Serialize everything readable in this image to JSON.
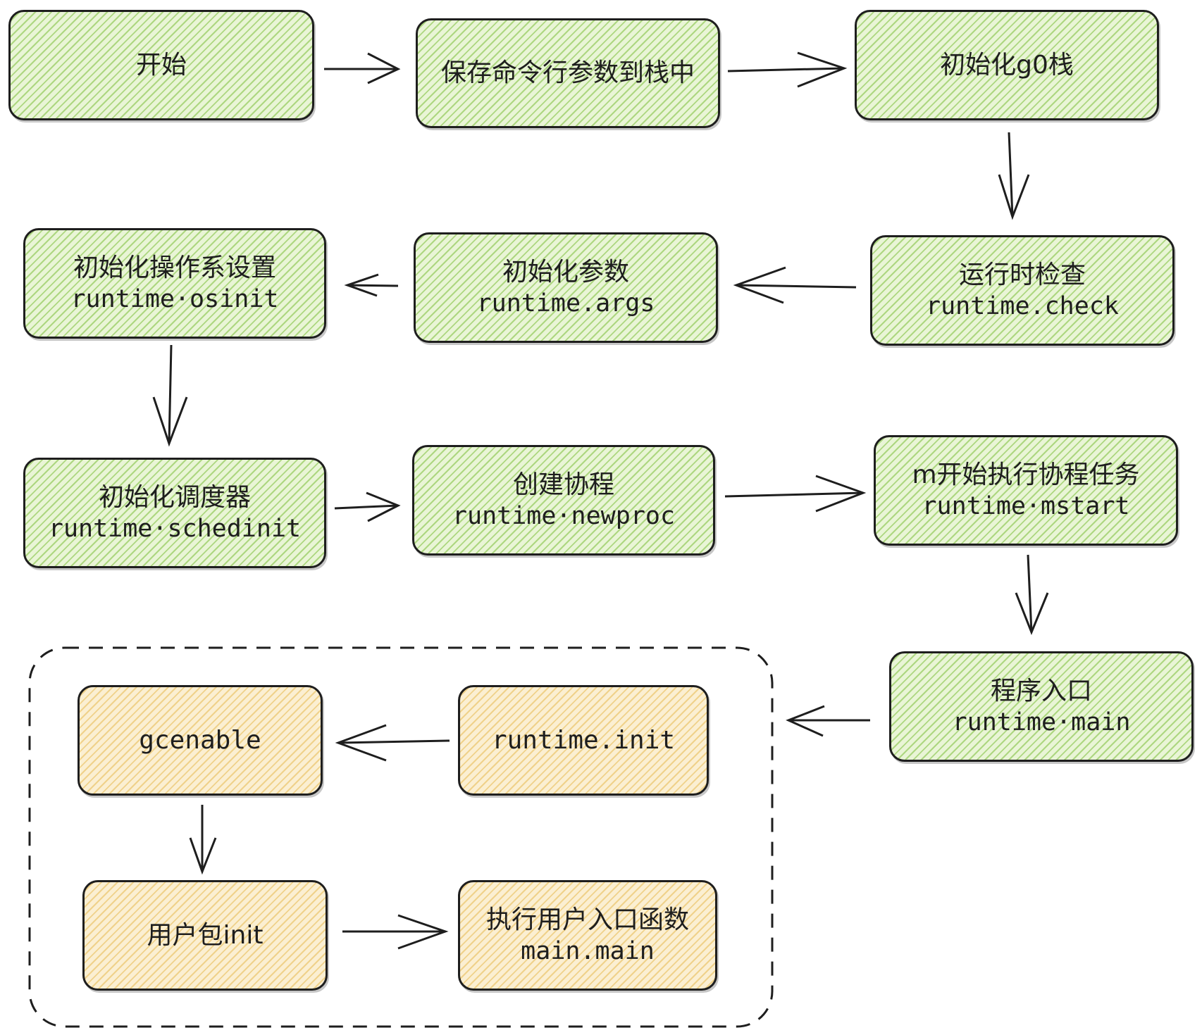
{
  "colors": {
    "main_fill": "#e9f5d6",
    "main_hatch": "#7cbe3a",
    "init_fill": "#fbefd2",
    "init_hatch": "#e6b950",
    "stroke": "#1e1e1e"
  },
  "nodes": {
    "start": {
      "text": "开始"
    },
    "save_args": {
      "text": "保存命令行参数到栈中"
    },
    "init_g0": {
      "text": "初始化g0栈"
    },
    "runtime_check": {
      "title": "运行时检查",
      "code": "runtime.check"
    },
    "runtime_args": {
      "title": "初始化参数",
      "code": "runtime.args"
    },
    "osinit": {
      "title": "初始化操作系设置",
      "code": "runtime·osinit"
    },
    "schedinit": {
      "title": "初始化调度器",
      "code": "runtime·schedinit"
    },
    "newproc": {
      "title": "创建协程",
      "code": "runtime·newproc"
    },
    "mstart": {
      "title": "m开始执行协程任务",
      "code": "runtime·mstart"
    },
    "runtime_main": {
      "title": "程序入口",
      "code": "runtime·main"
    },
    "runtime_init": {
      "text": "runtime.init"
    },
    "gcenable": {
      "text": "gcenable"
    },
    "user_init": {
      "text": "用户包init"
    },
    "main_main": {
      "title": "执行用户入口函数",
      "code": "main.main"
    }
  }
}
